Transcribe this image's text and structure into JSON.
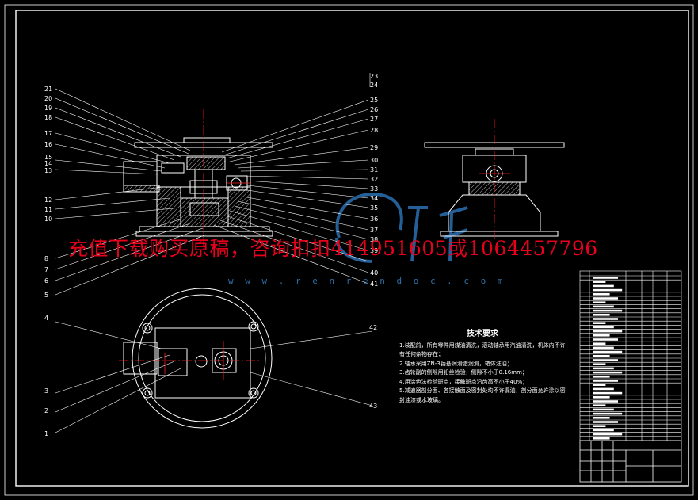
{
  "watermark": {
    "text": "充值下载购买原稿，咨询扣扣414951605或1064457796",
    "url": "w w w . r e n r e n d o c . c o m"
  },
  "tech_requirements": {
    "title": "技术要求",
    "items": [
      "1.装配前，所有零件用煤油清洗，滚动轴承用汽油清洗，机体内不许有任何杂物存在；",
      "2.轴承采用ZN-3钠基润滑脂润滑，箱体注油；",
      "3.齿轮副的侧隙用铅丝检验，侧隙不小于0.16mm；",
      "4.用涂色法检验斑点，接触斑点沿齿高不小于40%；",
      "5.减速器剖分面、各接触面及密封处均不许漏油，剖分面允许涂以密封油漆或水玻璃。"
    ]
  },
  "part_numbers": {
    "left": [
      "21",
      "20",
      "19",
      "18",
      "17",
      "16",
      "15",
      "14",
      "13",
      "12",
      "11",
      "10",
      "8",
      "7",
      "6",
      "5"
    ],
    "right": [
      "23",
      "24",
      "25",
      "26",
      "27",
      "28",
      "29",
      "30",
      "31",
      "32",
      "33",
      "34",
      "35",
      "36",
      "37",
      "38",
      "39",
      "40",
      "41"
    ],
    "plan_left": [
      "4",
      "3",
      "2",
      "1"
    ],
    "plan_right": [
      "42",
      "43"
    ]
  },
  "colors": {
    "background": "#000000",
    "lines": "#ffffff",
    "centerline": "#ff0000",
    "watermark": "#e8001c",
    "logo": "#2a6aa8",
    "hatch": "#c0c0c0"
  }
}
